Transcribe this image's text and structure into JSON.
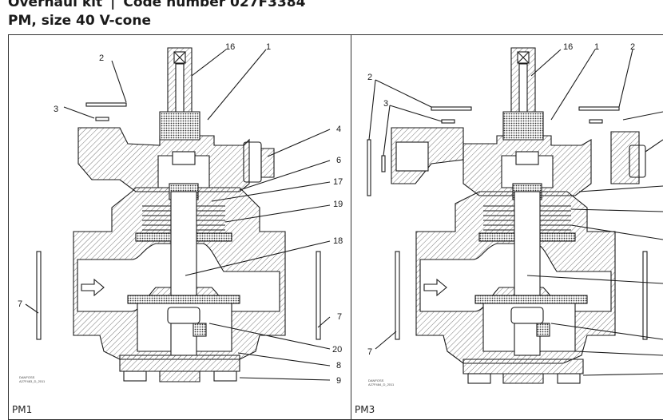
{
  "header": {
    "line1_left": "Overhaul kit",
    "separator": "|",
    "line1_right": "Code number 027F3384",
    "line2": "PM, size 40 V-cone"
  },
  "panels": [
    {
      "label": "PM1",
      "stamp_1": "DANFOSS",
      "stamp_2": "A27F483_D_2011",
      "callouts": [
        "16",
        "1",
        "2",
        "3",
        "4",
        "6",
        "17",
        "19",
        "18",
        "7",
        "7",
        "20",
        "8",
        "9"
      ]
    },
    {
      "label": "PM3",
      "stamp_1": "DANFOSS",
      "stamp_2": "A27F484_D_2011",
      "callouts": [
        "16",
        "1",
        "2",
        "2",
        "3",
        "7"
      ]
    }
  ],
  "colors": {
    "line": "#1a1a1a",
    "frame": "#333333",
    "hatch": "#555555"
  }
}
